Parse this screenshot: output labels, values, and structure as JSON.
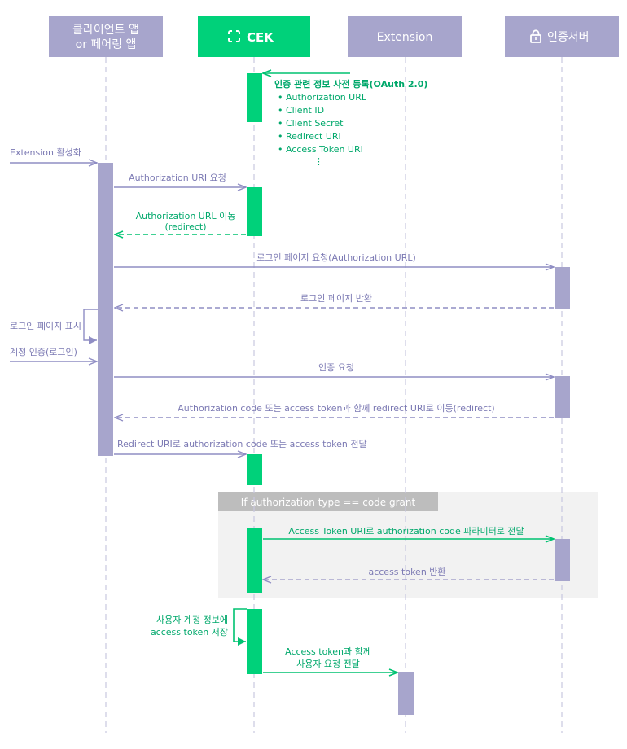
{
  "colors": {
    "purple": "#a7a5cc",
    "green": "#00d17a",
    "purple_line": "#8f8dc4",
    "green_text": "#00a86b",
    "group_bg": "#f2f2f2",
    "group_label_bg": "#bdbdbd"
  },
  "participants": {
    "client": {
      "line1": "클라이언트 앱",
      "line2": "or 페어링 앱"
    },
    "cek": {
      "label": "CEK",
      "icon": "cek-logo-icon"
    },
    "extension": {
      "label": "Extension"
    },
    "auth": {
      "label": "인증서버",
      "icon": "lock-icon"
    }
  },
  "notes": {
    "register_title": "인증 관련 정보 사전 등록(OAuth 2.0)",
    "register_items": [
      "• Authorization URL",
      "• Client ID",
      "• Client Secret",
      "• Redirect URI",
      "• Access Token URI"
    ],
    "register_more": "⋮"
  },
  "messages": {
    "ext_activate": "Extension 활성화",
    "auth_uri_request": "Authorization URI 요청",
    "auth_url_redirect_1": "Authorization URL 이동",
    "auth_url_redirect_2": "(redirect)",
    "login_page_request": "로그인 페이지 요청(Authorization URL)",
    "login_page_return": "로그인 페이지 반환",
    "login_page_show": "로그인 페이지 표시",
    "account_auth": "계정 인증(로그인)",
    "auth_request": "인증 요청",
    "code_redirect": "Authorization code 또는 access token과 함께 redirect URI로 이동(redirect)",
    "redirect_forward": "Redirect URI로 authorization code 또는 access token 전달",
    "group_label": "If authorization type == code grant",
    "token_uri_call": "Access Token URI로 authorization code 파라미터로 전달",
    "token_return": "access token 반환",
    "store_token_1": "사용자 계정 정보에",
    "store_token_2": "access token 저장",
    "send_ext_1": "Access token과 함께",
    "send_ext_2": "사용자 요청 전달"
  }
}
